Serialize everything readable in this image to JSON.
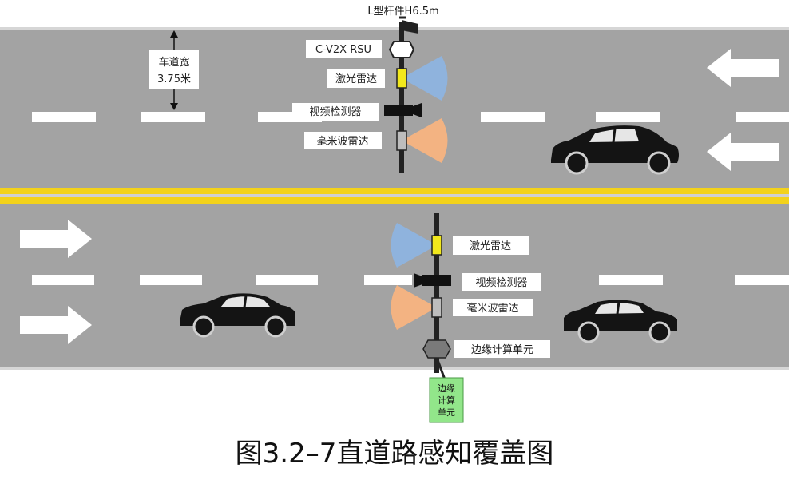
{
  "pole_title": "L型杆件H6.5m",
  "lane_width_label": [
    "车道宽",
    "3.75米"
  ],
  "upper_pole": {
    "rsu": "C-V2X RSU",
    "lidar": "激光雷达",
    "camera": "视频检测器",
    "radar": "毫米波雷达"
  },
  "lower_pole": {
    "lidar": "激光雷达",
    "camera": "视频检测器",
    "radar": "毫米波雷达",
    "edge": "边缘计算单元"
  },
  "edge_box": [
    "边缘",
    "计算",
    "单元"
  ],
  "caption": "图3.2–7直道路感知覆盖图",
  "colors": {
    "road": "#a3a3a3",
    "center_line": "#f3d21a",
    "lidar": "#f2e81c",
    "lidar_fan": "#8fb3dd",
    "radar_fan": "#f3b382",
    "edge_green": "#92e68a"
  }
}
